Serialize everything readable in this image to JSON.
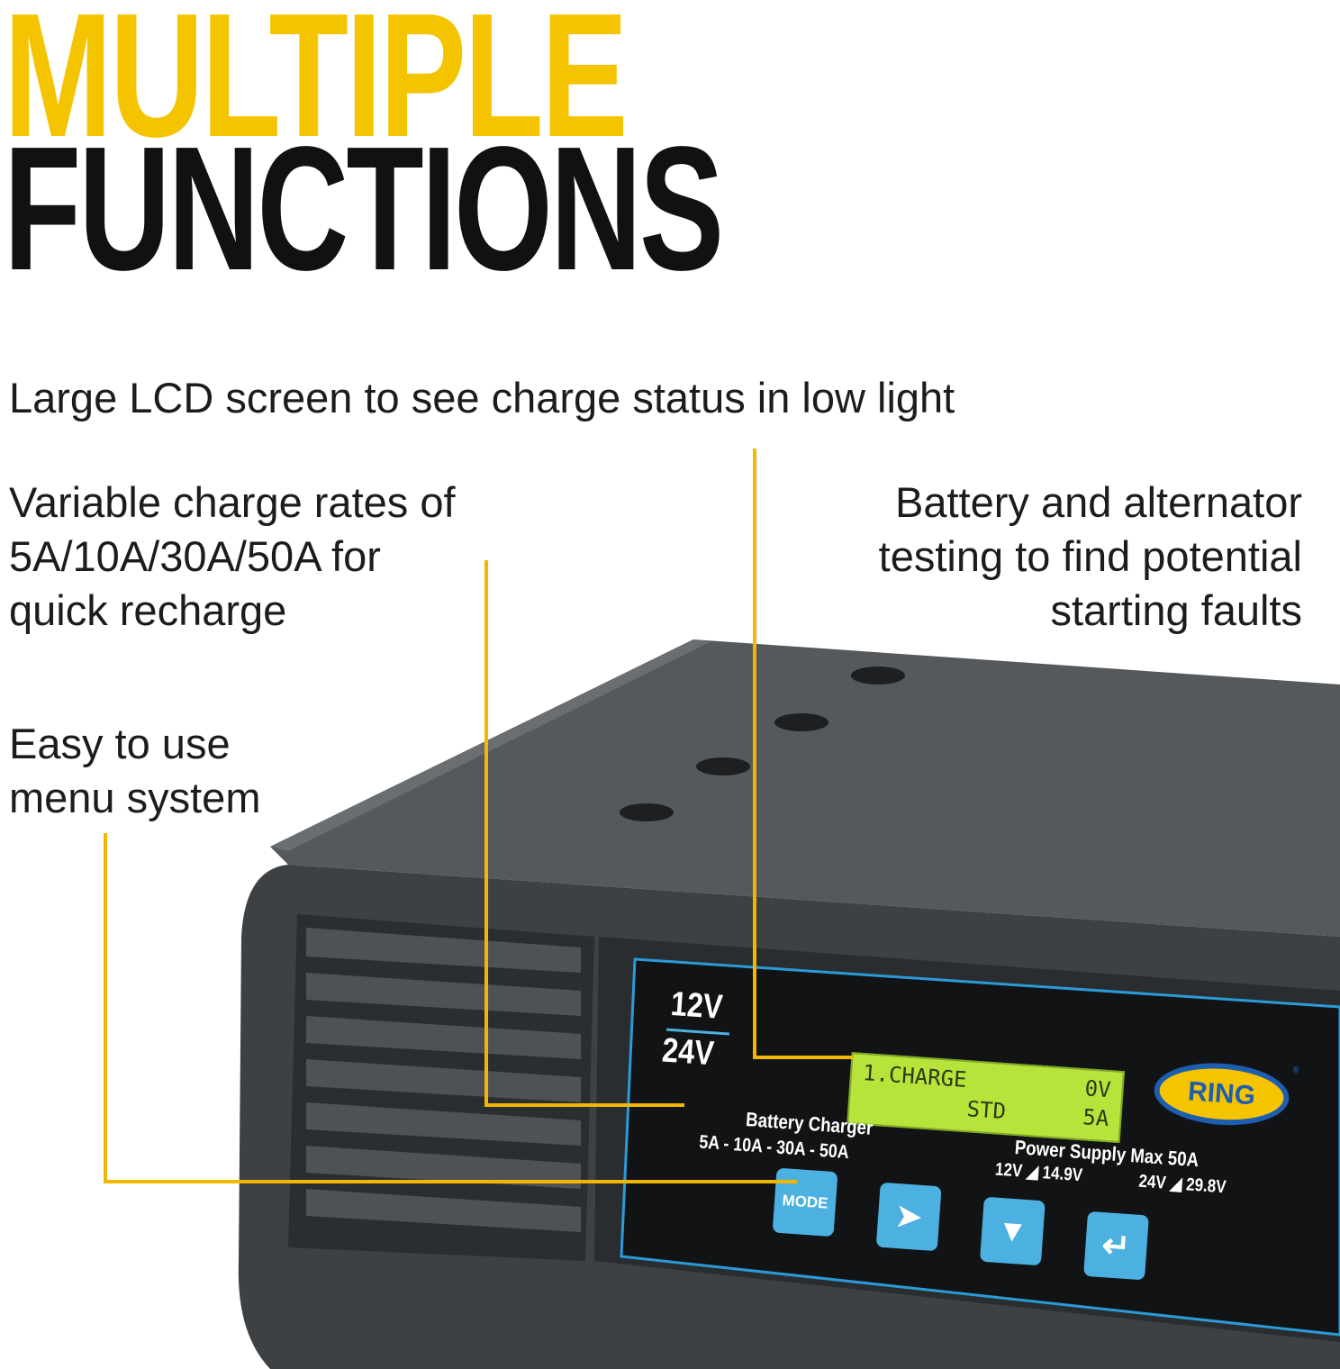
{
  "headline": {
    "line1": "MULTIPLE",
    "line2": "FUNCTIONS"
  },
  "features": {
    "lcd": "Large LCD screen to see charge status in low light",
    "rates": [
      "Variable charge rates of",
      "5A/10A/30A/50A for",
      "quick recharge"
    ],
    "testing": [
      "Battery and alternator",
      "testing to find potential",
      "starting faults"
    ],
    "menu": [
      "Easy to use",
      "menu system"
    ]
  },
  "device": {
    "voltage_top": "12V",
    "voltage_bottom": "24V",
    "lcd_line1_left": "1.CHARGE",
    "lcd_line1_right": "0V",
    "lcd_line2_left": "STD",
    "lcd_line2_right": "5A",
    "brand": "RING",
    "registered": "®",
    "charger_label": "Battery Charger",
    "charger_rates": "5A  -  10A  -  30A  -  50A",
    "power_supply_label": "Power Supply Max 50A",
    "power_supply_12": "12V ◢ 14.9V",
    "power_supply_24": "24V ◢ 29.8V",
    "buttons": [
      {
        "label": "MODE",
        "icon": "mode"
      },
      {
        "label": "",
        "icon": "arrow-right-icon"
      },
      {
        "label": "",
        "icon": "arrow-down-icon"
      },
      {
        "label": "",
        "icon": "enter-icon"
      }
    ]
  },
  "colors": {
    "accent": "#F5C400",
    "callout": "#F2B705",
    "button": "#4cb0e0",
    "lcd": "#b6e43a"
  }
}
